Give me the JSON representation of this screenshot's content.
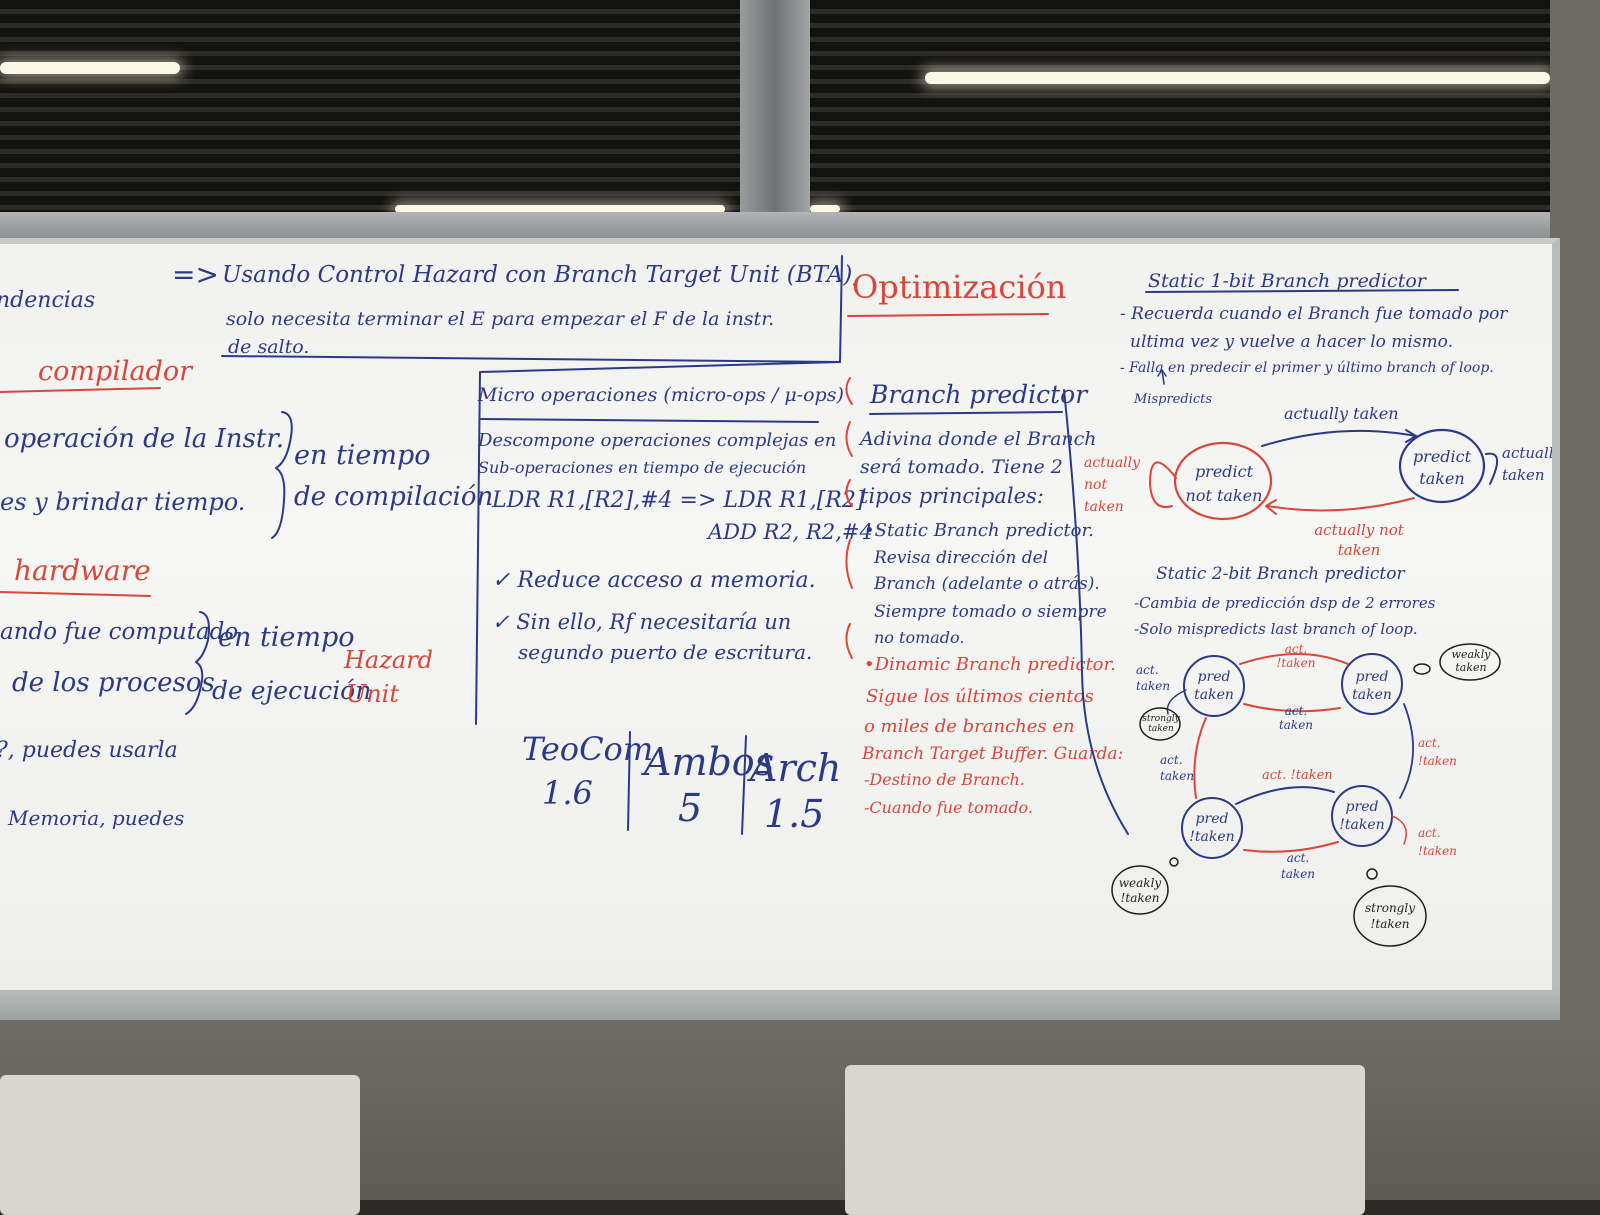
{
  "left": {
    "dependencias": "ndencias",
    "compilador": "compilador",
    "op_instr": "operación de la Instr.",
    "brindar": "es y brindar tiempo.",
    "en_tiempo": "en tiempo",
    "de_compilacion": "de compilación",
    "hardware": "hardware",
    "cuando_computado": "ando fue computado",
    "de_los_procesos": "de los procesos",
    "en_tiempo2": "en tiempo",
    "de_ejecucion": "de ejecución",
    "hazard": "Hazard",
    "unit": "Unit",
    "puedes_usarla": "?, puedes usarla",
    "memoria_puedes": "Memoria, puedes"
  },
  "top_note": {
    "line1_arrow": "=>",
    "line1": "Usando Control Hazard con Branch Target Unit (BTA),",
    "line2": "solo necesita terminar el E para empezar el F de la instr.",
    "line3": "de salto."
  },
  "micro": {
    "title": "Micro operaciones (micro-ops / μ-ops)",
    "desc1": "Descompone operaciones complejas en",
    "desc2": "Sub-operaciones en tiempo de ejecución",
    "code1": "LDR R1,[R2],#4 => LDR R1,[R2]",
    "code2": "ADD R2, R2,#4",
    "check1": "✓ Reduce acceso a memoria.",
    "check2a": "✓ Sin ello, Rf necesitaría un",
    "check2b": "segundo puerto de escritura."
  },
  "votes": {
    "teocom_label": "TeoCom",
    "teocom_value": "1.6",
    "ambos_label": "Ambos",
    "ambos_value": "5",
    "arch_label": "Arch",
    "arch_value": "1.5"
  },
  "optim": {
    "title": "Optimización",
    "bp_title": "Branch predictor",
    "l1": "Adivina donde el Branch",
    "l2": "será tomado. Tiene 2",
    "l3": "tipos principales:",
    "s1": "•Static Branch predictor.",
    "s2": "Revisa dirección del",
    "s3": "Branch (adelante o atrás).",
    "s4": "Siempre tomado o siempre",
    "s5": "no tomado.",
    "d1": "•Dinamic Branch predictor.",
    "d2": "Sigue los últimos cientos",
    "d3": "o miles de branches en",
    "d4": "Branch Target Buffer. Guarda:",
    "d5": "-Destino de Branch.",
    "d6": "-Cuando fue tomado."
  },
  "static1": {
    "title": "Static 1-bit Branch predictor",
    "l1": "- Recuerda cuando el Branch fue tomado por",
    "l2": "ultima vez y vuelve a hacer lo mismo.",
    "l3": "- Falla en predecir el primer y último branch of loop.",
    "mispredicts": "Mispredicts",
    "state_nt": "predict not taken",
    "state_t": "predict taken",
    "arrow_top": "actually taken",
    "arrow_bottom": "actually not taken",
    "self_left": "actually not taken",
    "self_right": "actually taken"
  },
  "static2": {
    "title": "Static 2-bit Branch predictor",
    "l1": "-Cambia de predicción dsp de 2 errores",
    "l2": "-Solo mispredicts last branch of loop.",
    "s_pred_taken_a": "pred taken",
    "s_pred_taken_b": "pred taken",
    "s_pred_ntaken_a": "pred !taken",
    "s_pred_ntaken_b": "pred !taken",
    "act_taken": "act. taken",
    "act_ntaken": "act. !taken",
    "strongly_taken": "strongly taken",
    "weakly_taken": "weakly taken",
    "weakly_ntaken": "weakly !taken",
    "strongly_ntaken": "strongly !taken"
  }
}
